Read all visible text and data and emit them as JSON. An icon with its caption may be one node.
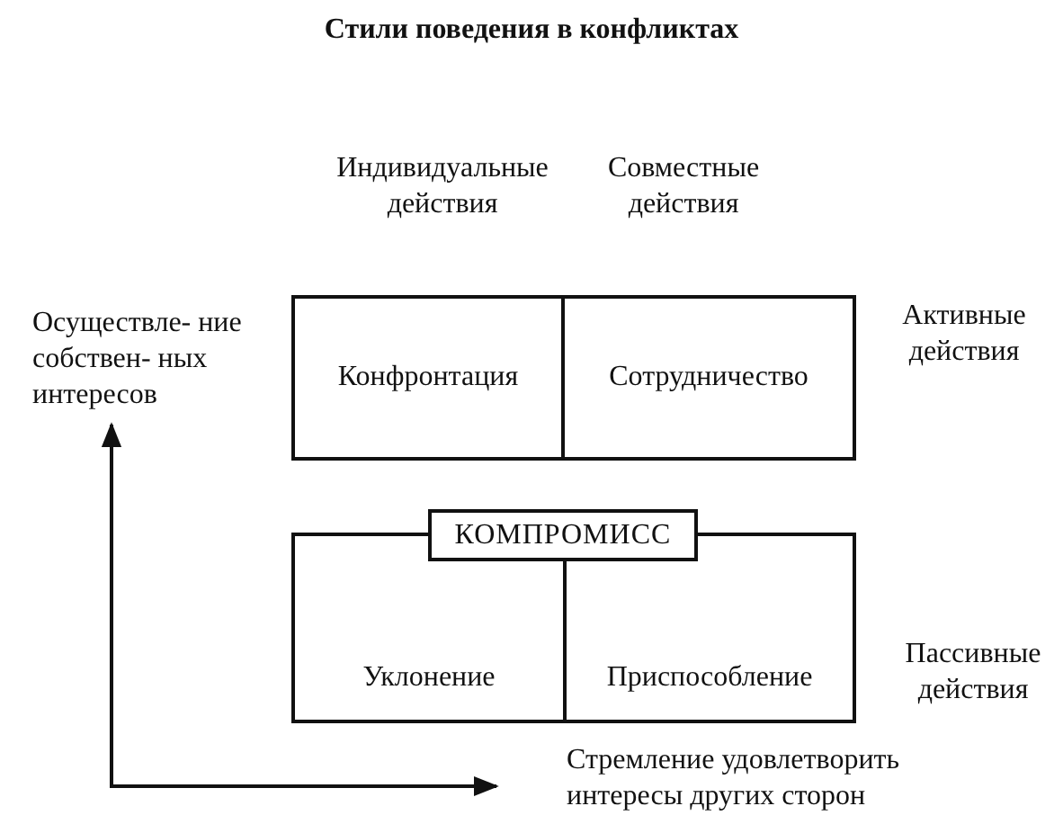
{
  "diagram": {
    "title": "Стили поведения в конфликтах",
    "nodes": [
      {
        "text": [
          "Конфронтация"
        ]
      },
      {
        "text": [
          "Сотрудничество"
        ]
      },
      {
        "text": [
          "КОМПРОМИСС"
        ]
      },
      {
        "text": [
          "Уклонение"
        ]
      },
      {
        "text": [
          "Приспособление"
        ]
      }
    ],
    "labels": [
      "Индивидуальные действия",
      "Совместные действия",
      "Осуществле- ние собствен- ных интересов",
      "Активные действия",
      "Пассивные действия",
      "Стремление удовлетворить интересы других сторон"
    ]
  }
}
